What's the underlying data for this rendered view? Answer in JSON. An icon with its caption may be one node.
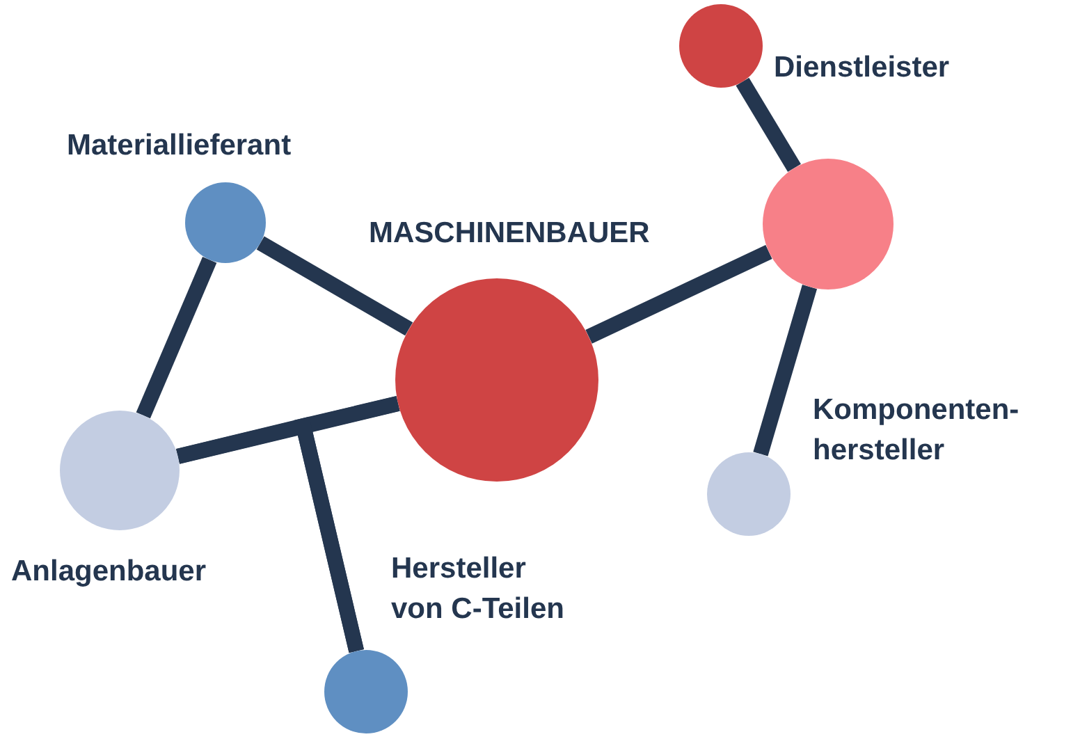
{
  "diagram": {
    "nodes": [
      {
        "text": [
          "Materiallieferant"
        ]
      },
      {
        "text": [
          "MASCHINENBAUER"
        ]
      },
      {
        "text": [
          "Anlagenbauer"
        ]
      },
      {
        "text": [
          "Hersteller von C-Teilen"
        ]
      },
      {
        "text": [
          "Dienstleister"
        ]
      },
      {
        "text": [],
        "shape": "circle"
      },
      {
        "text": [
          "Komponenten- hersteller"
        ]
      }
    ],
    "edges": [
      {
        "from": 0,
        "to": 1,
        "arrow": "none"
      },
      {
        "from": 0,
        "to": 2,
        "arrow": "none"
      },
      {
        "from": 2,
        "to": 1,
        "arrow": "none"
      },
      {
        "from": 3,
        "to": 1,
        "arrow": "none"
      },
      {
        "from": 3,
        "to": 2,
        "arrow": "none"
      },
      {
        "from": 1,
        "to": 5,
        "arrow": "none"
      },
      {
        "from": 5,
        "to": 4,
        "arrow": "none"
      },
      {
        "from": 5,
        "to": 6,
        "arrow": "none"
      }
    ]
  }
}
